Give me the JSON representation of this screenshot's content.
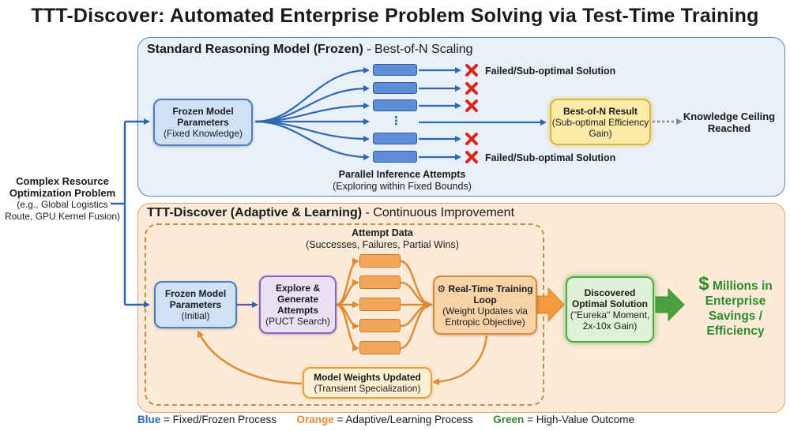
{
  "title": "TTT-Discover: Automated Enterprise Problem Solving via Test-Time Training",
  "input": {
    "title": "Complex Resource Optimization Problem",
    "subtitle": "(e.g., Global Logistics Route, GPU Kernel Fusion)"
  },
  "top_panel": {
    "title_bold": "Standard Reasoning Model (Frozen)",
    "title_rest": " - Best-of-N Scaling",
    "frozen_model": {
      "title": "Frozen Model Parameters",
      "subtitle": "(Fixed Knowledge)"
    },
    "ellipsis": "⋮",
    "fail_label_1": "Failed/Sub-optimal Solution",
    "fail_label_2": "Failed/Sub-optimal Solution",
    "best_of_n": {
      "title": "Best-of-N Result",
      "subtitle": "(Sub-optimal Efficiency Gain)"
    },
    "ceiling": "Knowledge Ceiling Reached",
    "parallel": {
      "title": "Parallel Inference Attempts",
      "subtitle": "(Exploring within Fixed Bounds)"
    }
  },
  "bottom_panel": {
    "title_bold": "TTT-Discover (Adaptive & Learning)",
    "title_rest": " - Continuous Improvement",
    "attempt_data": {
      "title": "Attempt Data",
      "subtitle": "(Successes, Failures, Partial Wins)"
    },
    "frozen_model": {
      "title": "Frozen Model Parameters",
      "subtitle": "(Initial)"
    },
    "explore": {
      "title": "Explore & Generate Attempts",
      "subtitle": "(PUCT Search)"
    },
    "training": {
      "title": "Real-Time Training Loop",
      "subtitle": "(Weight Updates via Entropic Objective)"
    },
    "weights": {
      "title": "Model Weights Updated",
      "subtitle": "(Transient Specialization)"
    },
    "discovered": {
      "title": "Discovered Optimal Solution",
      "subtitle": "(\"Eureka\" Moment, 2x-10x Gain)"
    },
    "outcome": {
      "symbol": "$",
      "text": "Millions in Enterprise Savings / Efficiency"
    }
  },
  "legend": {
    "blue_key": "Blue",
    "blue_text": " = Fixed/Frozen Process",
    "orange_key": "Orange",
    "orange_text": " = Adaptive/Learning Process",
    "green_key": "Green",
    "green_text": " = High-Value Outcome"
  },
  "colors": {
    "blue": "#2f67b3",
    "orange": "#e08a34",
    "green": "#2e8a2a",
    "fail_red": "#d9261c"
  }
}
